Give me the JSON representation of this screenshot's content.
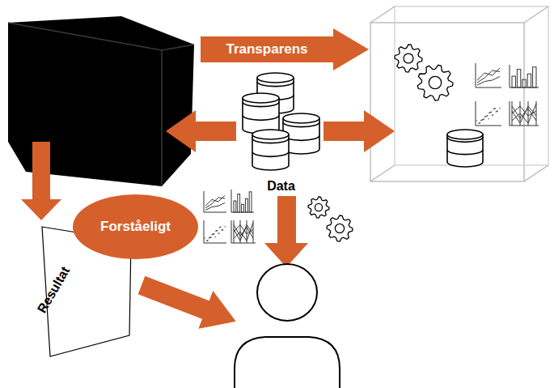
{
  "diagram": {
    "nodes": [
      {
        "text": [
          "Data"
        ]
      },
      {
        "text": [
          "Forståeligt"
        ]
      },
      {
        "text": [
          "Resultat"
        ]
      }
    ],
    "labels": [
      "Transparens"
    ]
  }
}
